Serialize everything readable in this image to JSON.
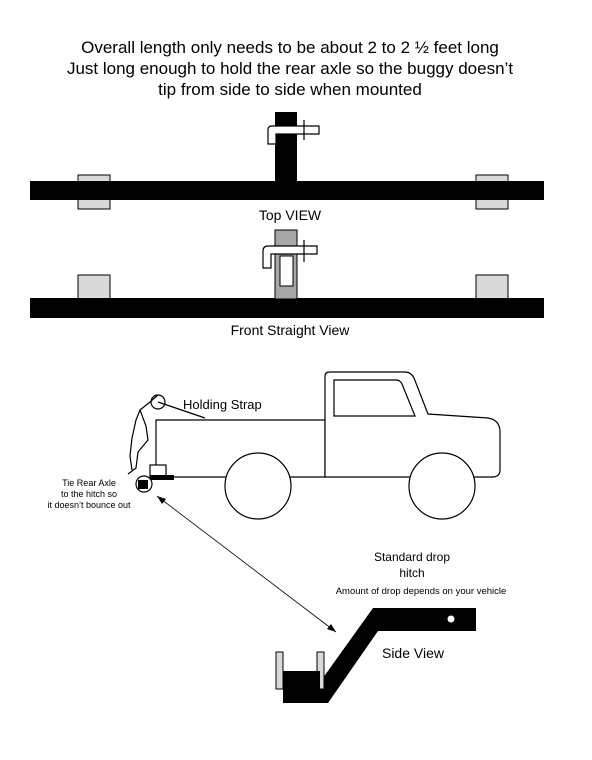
{
  "heading": {
    "line1": "Overall length only needs to be about 2 to 2 ½ feet long",
    "line2": "Just long enough to hold the rear axle so the buggy doesn’t",
    "line3": "tip from side to side when mounted"
  },
  "views": {
    "top_view_label": "Top VIEW",
    "front_view_label": "Front Straight View",
    "side_view_label": "Side View"
  },
  "truck_labels": {
    "holding_strap": "Holding Strap",
    "tie_note": [
      "Tie Rear Axle",
      "to the hitch so",
      "it doesn’t bounce out"
    ]
  },
  "hitch_labels": {
    "standard_drop": [
      "Standard drop",
      "hitch"
    ],
    "drop_note": "Amount of drop depends on your vehicle"
  },
  "colors": {
    "ink": "#000000",
    "gray_box": "#d9d9d9",
    "gray_post": "#a6a6a6",
    "background": "#ffffff"
  }
}
